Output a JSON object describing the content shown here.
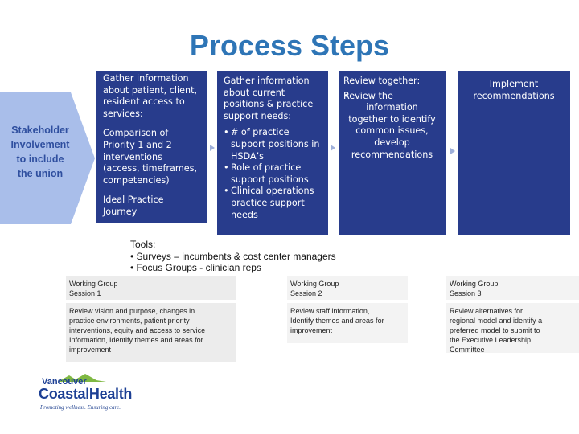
{
  "title": "Process Steps",
  "stakeholder": {
    "line1": "Stakeholder",
    "line2": "Involvement",
    "line3": "to include",
    "line4": "the union"
  },
  "box1": {
    "item1": [
      "Gather information",
      "about patient, client,",
      "resident access to",
      "services:"
    ],
    "item2": [
      "Comparison of",
      "Priority 1 and 2",
      "interventions",
      "(access, timeframes,",
      "competencies)"
    ],
    "item3": [
      "Ideal Practice",
      "Journey"
    ]
  },
  "box2": {
    "heading": [
      "Gather information",
      "about  current",
      "positions & practice",
      "support needs:"
    ],
    "bullets": [
      [
        "# of practice",
        "support positions in",
        "HSDA’s"
      ],
      [
        "Role of practice",
        "support positions"
      ],
      [
        "Clinical operations",
        "practice support",
        "needs"
      ]
    ]
  },
  "box3": {
    "heading": "Review together:",
    "bullet": [
      "Review the",
      "information",
      "together to identify",
      "common issues,",
      "develop",
      "recommendations"
    ]
  },
  "box4": {
    "line1": "Implement",
    "line2": "recommendations"
  },
  "tools": {
    "label": "Tools:",
    "item1": "• Surveys – incumbents &  cost center managers",
    "item2": "• Focus Groups  - clinician reps"
  },
  "sessions": [
    {
      "title1": "Working Group",
      "title2": "Session 1",
      "desc": [
        "Review vision and purpose, changes in",
        "practice environments, patient priority",
        "interventions, equity and access to service",
        "Information, Identify themes and areas for",
        "improvement"
      ]
    },
    {
      "title1": "Working Group",
      "title2": "Session 2",
      "desc": [
        "Review staff information,",
        "Identify themes and areas for",
        "improvement"
      ]
    },
    {
      "title1": "Working Group",
      "title2": "Session 3",
      "desc": [
        "Review alternatives for",
        "regional model and identify a",
        "preferred model to submit to",
        "the Executive Leadership",
        "Committee"
      ]
    }
  ],
  "logo": {
    "top": "Vancouver",
    "main": "CoastalHealth",
    "tagline": "Promoting wellness. Ensuring care."
  },
  "colors": {
    "title": "#2E75B6",
    "box": "#283C8C",
    "stake_arrow": "#A9BEEA",
    "stake_text": "#2F4F9F",
    "connector": "#9FB0DA"
  }
}
